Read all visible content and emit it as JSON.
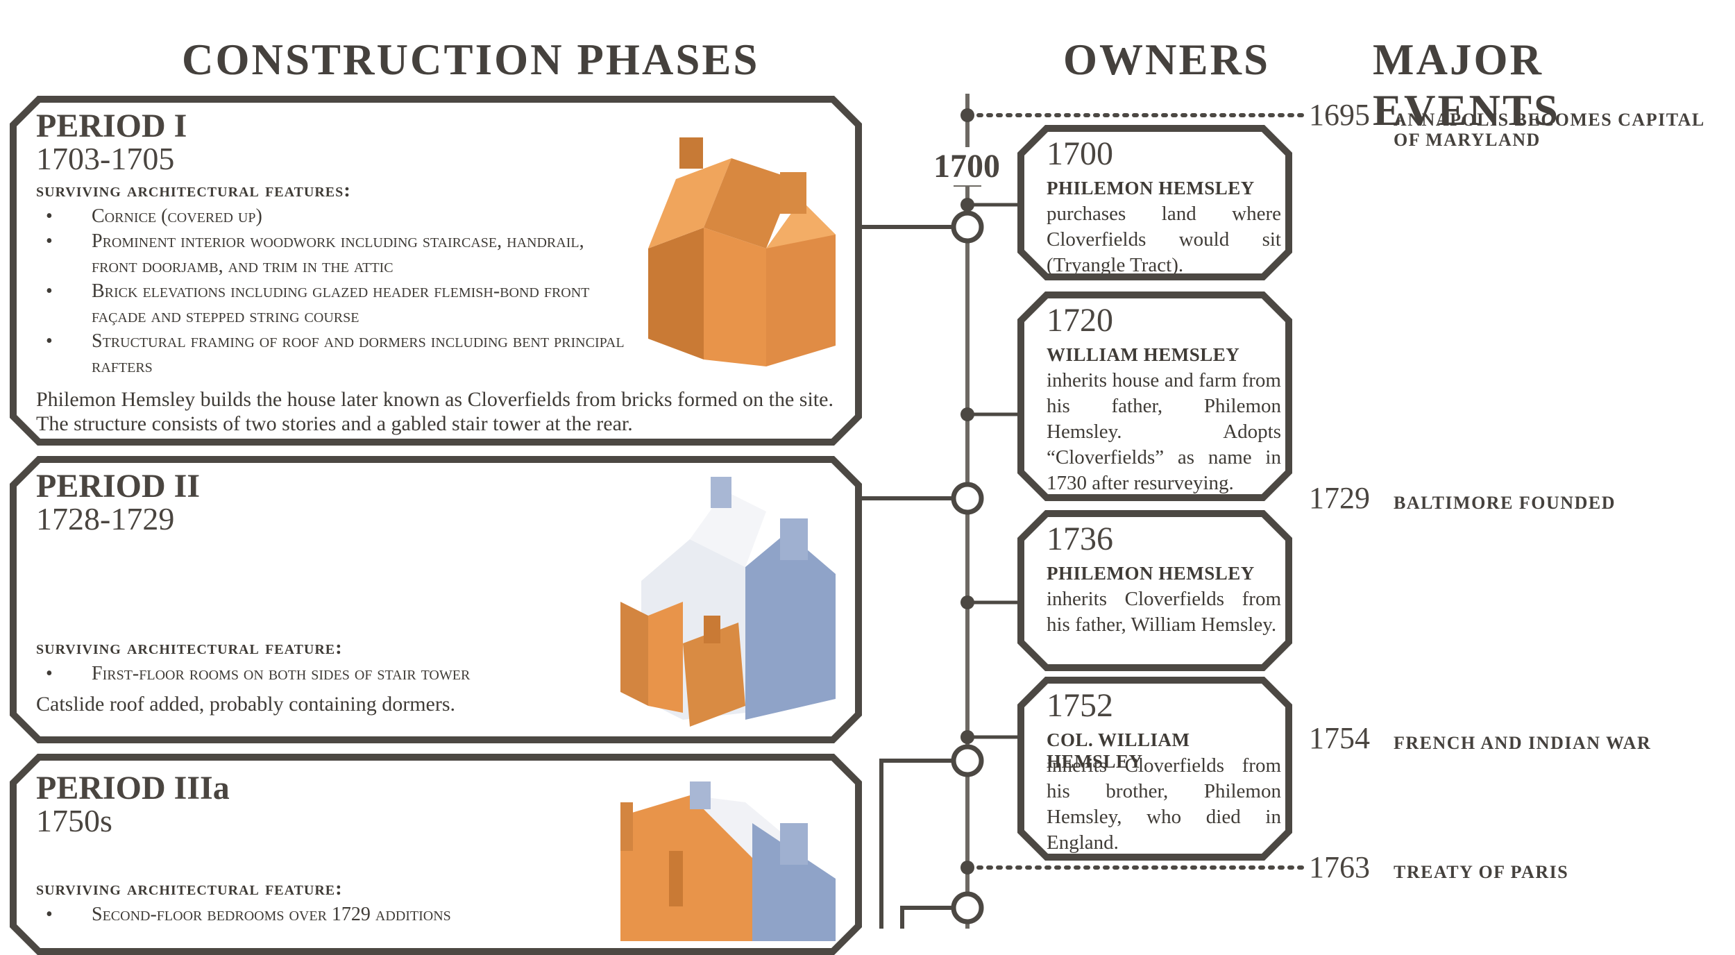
{
  "headers": {
    "construction_phases": "CONSTRUCTION PHASES",
    "owners": "OWNERS",
    "major_events": "MAJOR EVENTS"
  },
  "timeline": {
    "decade_label": "1700"
  },
  "periods": [
    {
      "title": "PERIOD I",
      "dates": "1703-1705",
      "features_heading": "surviving architectural features:",
      "features": [
        "Cornice (covered up)",
        "Prominent interior woodwork including staircase, handrail, front doorjamb, and trim in the attic",
        "Brick elevations including glazed header flemish-bond front façade and stepped string course",
        "Structural framing of roof and dormers including bent principal rafters"
      ],
      "description": "Philemon Hemsley builds the house later known as Cloverfields from bricks formed on the site. The structure consists of two stories and a gabled stair tower at the rear."
    },
    {
      "title": "PERIOD II",
      "dates": "1728-1729",
      "features_heading": "surviving architectural feature:",
      "features": [
        "First-floor rooms on both sides of stair tower"
      ],
      "description": "Catslide roof added, probably containing dormers."
    },
    {
      "title": "PERIOD IIIa",
      "dates": "1750s",
      "features_heading": "surviving architectural feature:",
      "features": [
        "Second-floor bedrooms over 1729 additions"
      ],
      "description": ""
    }
  ],
  "owners": [
    {
      "year": "1700",
      "name": "PHILEMON HEMSLEY",
      "text": "purchases land where Cloverfields would sit (Tryangle Tract)."
    },
    {
      "year": "1720",
      "name": "WILLIAM HEMSLEY",
      "text": "inherits house and farm from his father, Philemon Hemsley. Adopts “Cloverfields” as name in 1730 after resurveying."
    },
    {
      "year": "1736",
      "name": "PHILEMON HEMSLEY",
      "text": "inherits Cloverfields from his father, William Hemsley."
    },
    {
      "year": "1752",
      "name": "COL. WILLIAM HEMSLEY",
      "text": "inherits Cloverfields from his brother, Philemon Hemsley, who died in England."
    }
  ],
  "events": [
    {
      "year": "1695",
      "text": "ANNAPOLIS BECOMES CAPITAL OF MARYLAND"
    },
    {
      "year": "1729",
      "text": "BALTIMORE FOUNDED"
    },
    {
      "year": "1754",
      "text": "FRENCH AND INDIAN WAR"
    },
    {
      "year": "1763",
      "text": "TREATY OF PARIS"
    }
  ],
  "colors": {
    "frame": "#4c4843",
    "brick": "#e8944a",
    "addition": "#8fa3c8",
    "text": "#3f3b36"
  }
}
